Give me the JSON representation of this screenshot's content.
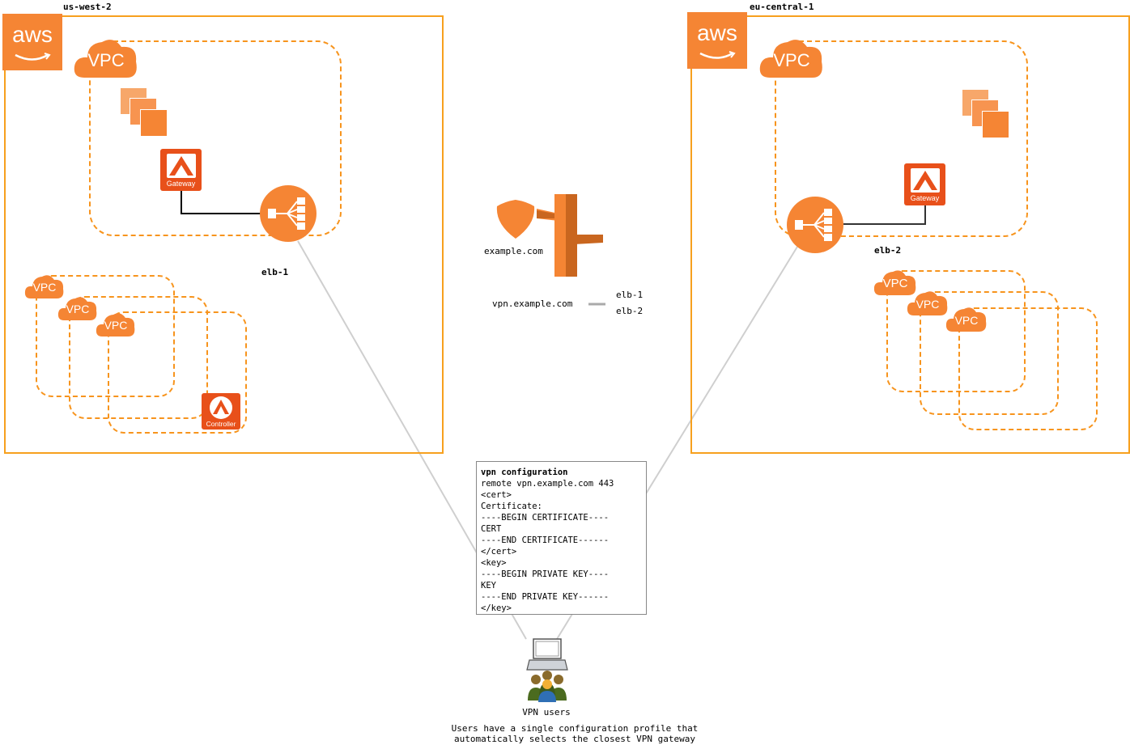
{
  "regions": {
    "west": {
      "name": "us-west-2",
      "logo": "aws",
      "vpc_label": "VPC",
      "gateway_label": "Gateway",
      "elb_label": "elb-1",
      "controller_label": "Controller",
      "small_vpc_label": "VPC"
    },
    "east": {
      "name": "eu-central-1",
      "logo": "aws",
      "vpc_label": "VPC",
      "gateway_label": "Gateway",
      "elb_label": "elb-2",
      "small_vpc_label": "VPC"
    }
  },
  "dns": {
    "zone": "example.com",
    "record": "vpn.example.com",
    "targets": [
      "elb-1",
      "elb-2"
    ]
  },
  "config": {
    "title": "vpn configuration",
    "lines": [
      "remote vpn.example.com 443",
      "<cert>",
      "Certificate:",
      "----BEGIN CERTIFICATE----",
      "CERT",
      "----END CERTIFICATE------",
      "</cert>",
      "<key>",
      "----BEGIN PRIVATE KEY----",
      "KEY",
      "----END PRIVATE KEY------",
      "</key>"
    ]
  },
  "users": {
    "label": "VPN users",
    "caption_line1": "Users have a single configuration profile that",
    "caption_line2": "automatically selects the closest VPN gateway"
  },
  "colors": {
    "aws_orange": "#f58534",
    "region_border": "#f7a01e",
    "aviatrix_red": "#e8501a",
    "connector_gray": "#cccccc"
  },
  "icons": [
    "aws-logo-icon",
    "vpc-cloud-icon",
    "ec2-instances-icon",
    "gateway-icon",
    "elb-icon",
    "controller-icon",
    "route53-icon",
    "laptop-icon",
    "users-icon"
  ]
}
